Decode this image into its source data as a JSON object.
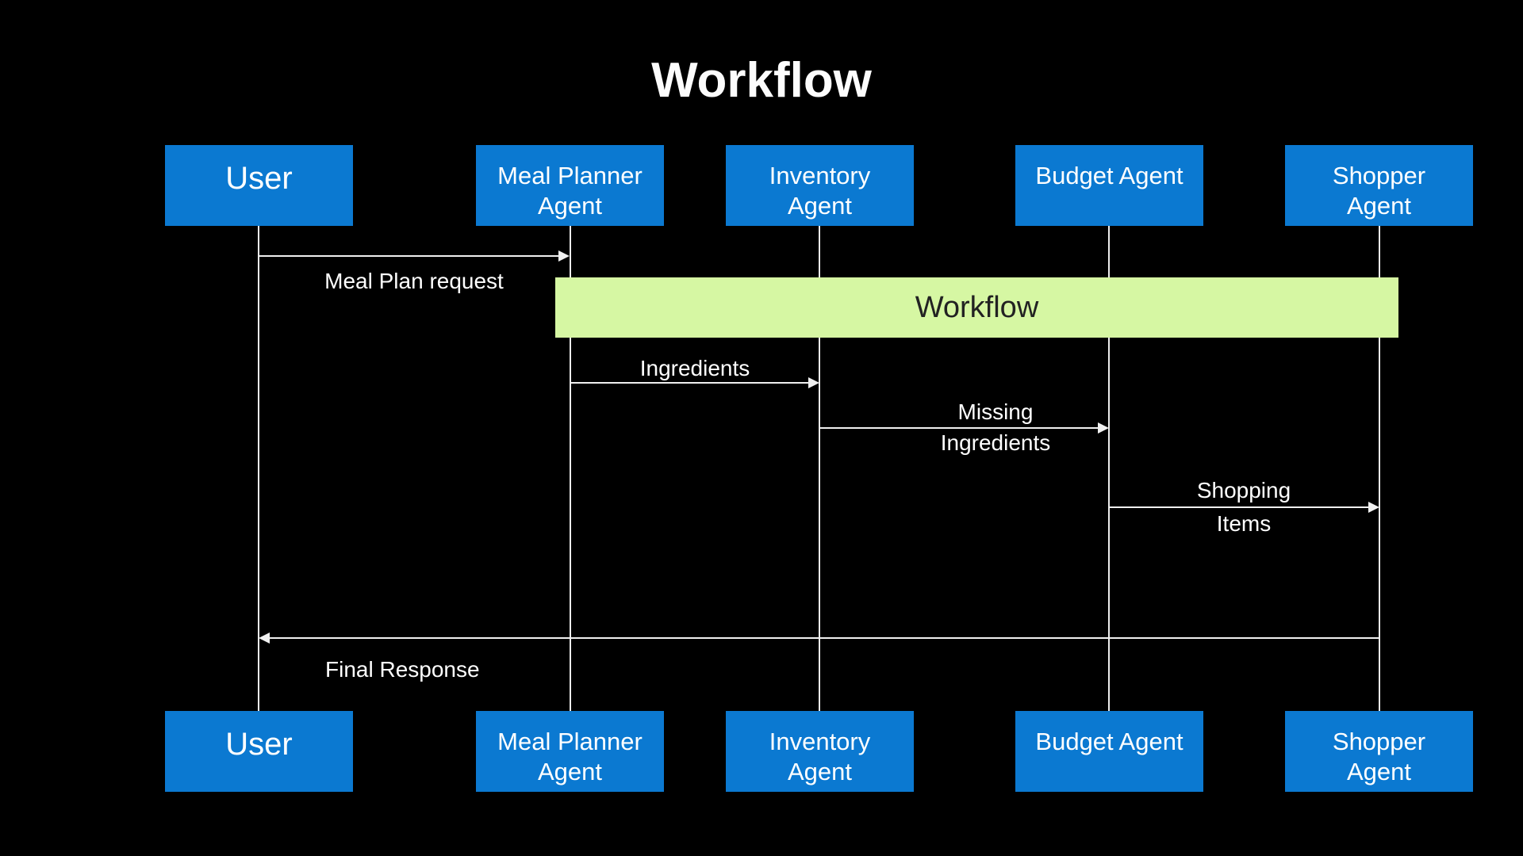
{
  "title": "Workflow",
  "colors": {
    "background": "#000000",
    "actor_fill": "#0b79d1",
    "actor_text": "#ffffff",
    "workflow_bar_fill": "#d6f7a3",
    "workflow_bar_text": "#222222",
    "line": "#f0f0f0",
    "label_text": "#ffffff"
  },
  "actors": [
    {
      "label": "User",
      "lines": [
        "User"
      ]
    },
    {
      "label": "Meal Planner Agent",
      "lines": [
        "Meal Planner",
        "Agent"
      ]
    },
    {
      "label": "Inventory Agent",
      "lines": [
        "Inventory",
        "Agent"
      ]
    },
    {
      "label": "Budget Agent",
      "lines": [
        "Budget Agent"
      ]
    },
    {
      "label": "Shopper Agent",
      "lines": [
        "Shopper",
        "Agent"
      ]
    }
  ],
  "workflow_bar": {
    "label": "Workflow",
    "spans_from": "Meal Planner Agent",
    "spans_to": "Shopper Agent"
  },
  "messages": [
    {
      "label": "Meal Plan request",
      "from": "User",
      "to": "Meal Planner Agent"
    },
    {
      "label": "Ingredients",
      "from": "Meal Planner Agent",
      "to": "Inventory Agent"
    },
    {
      "label": "Missing Ingredients",
      "lines": [
        "Missing",
        "Ingredients"
      ],
      "from": "Inventory Agent",
      "to": "Budget Agent"
    },
    {
      "label": "Shopping Items",
      "lines": [
        "Shopping",
        "Items"
      ],
      "from": "Budget Agent",
      "to": "Shopper Agent"
    },
    {
      "label": "Final Response",
      "from": "Shopper Agent",
      "to": "User"
    }
  ]
}
